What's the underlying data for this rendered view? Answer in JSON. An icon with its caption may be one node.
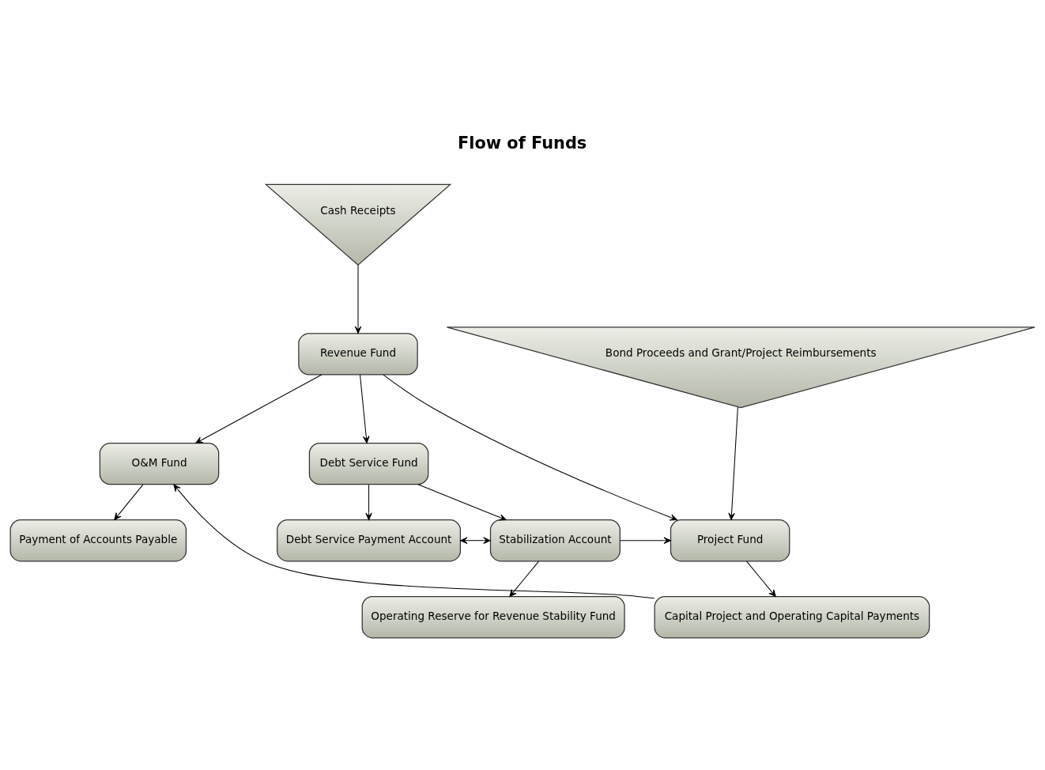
{
  "diagram": {
    "title": "Flow of Funds",
    "nodes": [
      {
        "text": [
          "Cash Receipts"
        ]
      },
      {
        "text": [
          "Revenue Fund"
        ]
      },
      {
        "text": [
          "Bond Proceeds and Grant/Project Reimbursements"
        ]
      },
      {
        "text": [
          "O&M Fund"
        ]
      },
      {
        "text": [
          "Debt Service Fund"
        ]
      },
      {
        "text": [
          "Payment of Accounts Payable"
        ]
      },
      {
        "text": [
          "Debt Service Payment Account"
        ]
      },
      {
        "text": [
          "Stabilization Account"
        ]
      },
      {
        "text": [
          "Project Fund"
        ]
      },
      {
        "text": [
          "Operating Reserve for Revenue Stability Fund"
        ]
      },
      {
        "text": [
          "Capital Project and Operating Capital Payments"
        ]
      }
    ],
    "edges": [
      {
        "from": 0,
        "to": 1,
        "arrow": "to"
      },
      {
        "from": 1,
        "to": 3,
        "arrow": "to"
      },
      {
        "from": 1,
        "to": 4,
        "arrow": "to"
      },
      {
        "from": 1,
        "to": 8,
        "arrow": "to"
      },
      {
        "from": 2,
        "to": 8,
        "arrow": "to"
      },
      {
        "from": 3,
        "to": 5,
        "arrow": "to"
      },
      {
        "from": 4,
        "to": 6,
        "arrow": "to"
      },
      {
        "from": 4,
        "to": 7,
        "arrow": "to"
      },
      {
        "from": 6,
        "to": 7,
        "arrow": "both"
      },
      {
        "from": 7,
        "to": 8,
        "arrow": "to"
      },
      {
        "from": 7,
        "to": 9,
        "arrow": "to"
      },
      {
        "from": 8,
        "to": 10,
        "arrow": "to"
      },
      {
        "from": 10,
        "to": 3,
        "arrow": "to"
      }
    ]
  }
}
